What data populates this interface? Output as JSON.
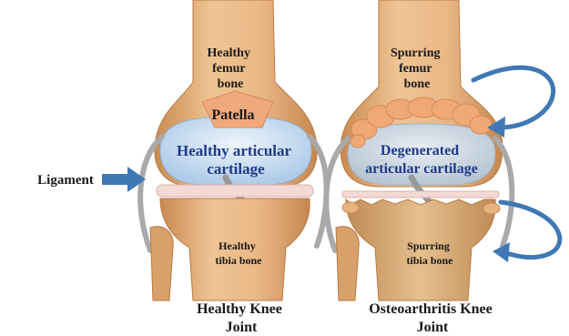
{
  "diagram": {
    "left_knee": {
      "femur_label": [
        "Healthy",
        "femur",
        "bone"
      ],
      "patella_label": "Patella",
      "cartilage_label": [
        "Healthy articular",
        "cartilage"
      ],
      "tibia_label": [
        "Healthy",
        "tibia bone"
      ],
      "caption": [
        "Healthy Knee",
        "Joint"
      ]
    },
    "right_knee": {
      "femur_label": [
        "Spurring",
        "femur",
        "bone"
      ],
      "cartilage_label": [
        "Degenerated",
        "articular cartilage"
      ],
      "tibia_label": [
        "Spurring",
        "tibia bone"
      ],
      "caption": [
        "Osteoarthritis Knee",
        "Joint"
      ]
    },
    "ligament_label": "Ligament",
    "colors": {
      "bone": "#e3b07e",
      "bone_shadow": "#c98c55",
      "cartilage": "#cfe0f2",
      "patella": "#f0a97c",
      "spur": "#f1a877",
      "meniscus": "#f3d8d3",
      "ligament": "#a9a9a9",
      "arrow": "#3f78b4",
      "label_blue": "#1f3a8a"
    }
  }
}
